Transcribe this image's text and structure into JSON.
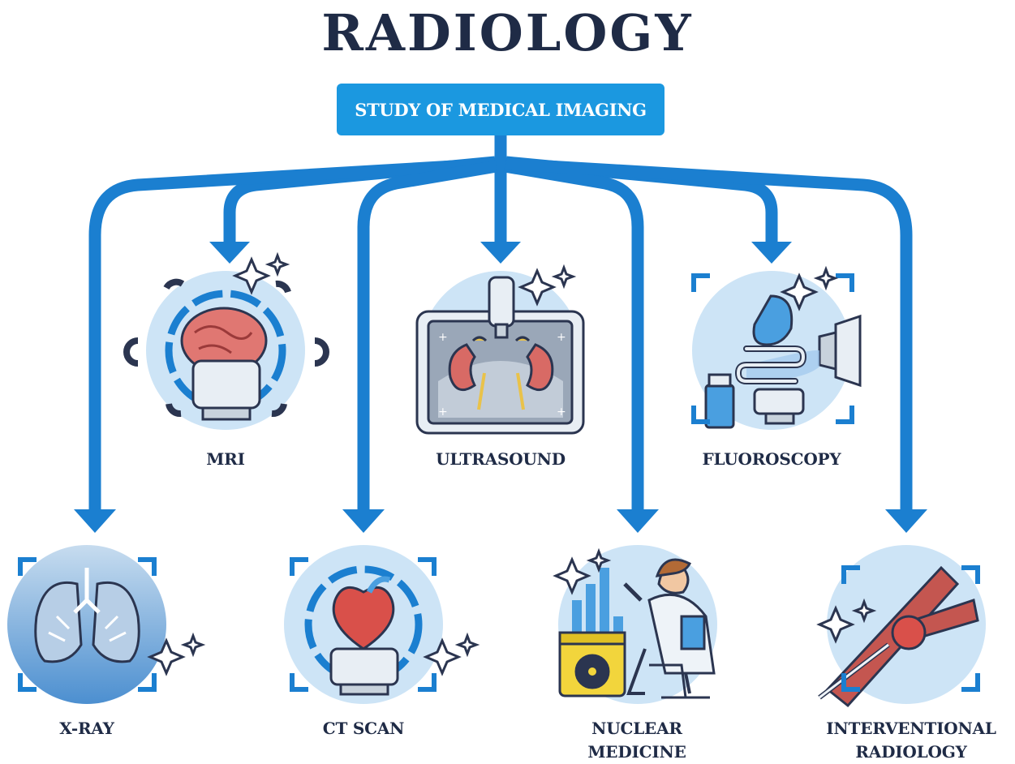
{
  "title": "RADIOLOGY",
  "subtitle": "STUDY OF MEDICAL IMAGING",
  "colors": {
    "arrow": "#1b7fd0",
    "title": "#1f2b46",
    "box": "#1b98e0",
    "circle": "#cde4f6",
    "outline": "#2b3550"
  },
  "labels": {
    "mri": "MRI",
    "ultrasound": "ULTRASOUND",
    "fluoroscopy": "FLUOROSCOPY",
    "xray": "X-RAY",
    "ct_scan": "CT SCAN",
    "nuclear_line1": "NUCLEAR",
    "nuclear_line2": "MEDICINE",
    "interventional_line1": "INTERVENTIONAL",
    "interventional_line2": "RADIOLOGY"
  },
  "icons": [
    "mri-scanner-brain-icon",
    "ultrasound-kidneys-icon",
    "fluoroscopy-intestines-icon",
    "xray-lungs-icon",
    "ct-scanner-heart-icon",
    "nuclear-medicine-doctor-icon",
    "interventional-catheter-icon"
  ]
}
